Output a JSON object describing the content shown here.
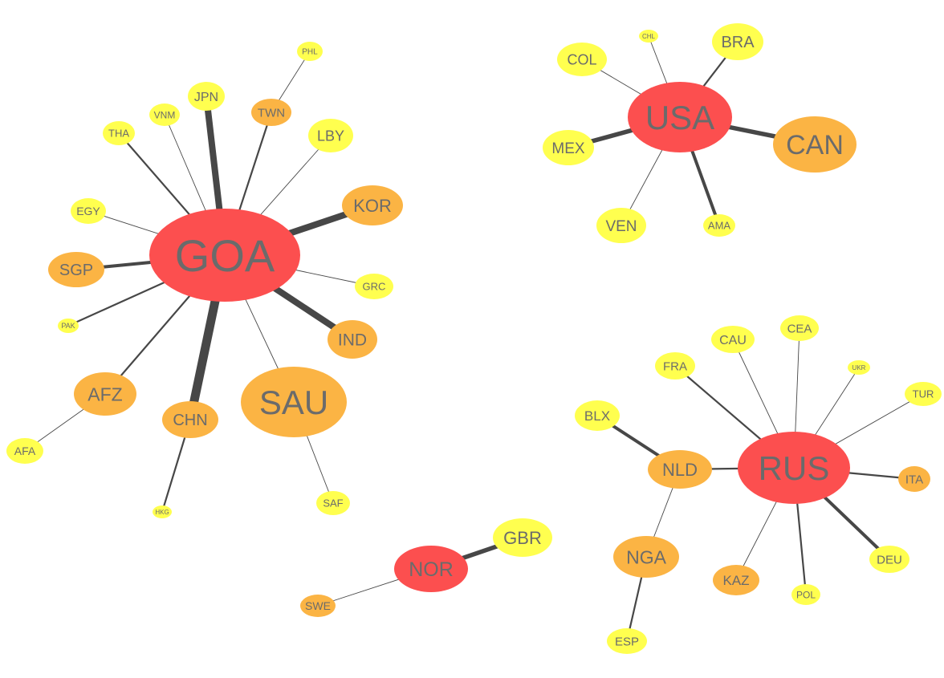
{
  "palette": {
    "hub": "#fc4f4f",
    "mid": "#fbb444",
    "leaf": "#ffff4f",
    "edge": "#474747",
    "label": "#6b6b6b"
  },
  "nodes": [
    {
      "id": "GOA",
      "label": "GOA",
      "tier": "hub"
    },
    {
      "id": "JPN",
      "label": "JPN",
      "tier": "leaf"
    },
    {
      "id": "VNM",
      "label": "VNM",
      "tier": "leaf"
    },
    {
      "id": "THA",
      "label": "THA",
      "tier": "leaf"
    },
    {
      "id": "PHL",
      "label": "PHL",
      "tier": "leaf"
    },
    {
      "id": "TWN",
      "label": "TWN",
      "tier": "mid"
    },
    {
      "id": "LBY",
      "label": "LBY",
      "tier": "leaf"
    },
    {
      "id": "EGY",
      "label": "EGY",
      "tier": "leaf"
    },
    {
      "id": "KOR",
      "label": "KOR",
      "tier": "mid"
    },
    {
      "id": "SGP",
      "label": "SGP",
      "tier": "mid"
    },
    {
      "id": "GRC",
      "label": "GRC",
      "tier": "leaf"
    },
    {
      "id": "PAK",
      "label": "PAK",
      "tier": "leaf"
    },
    {
      "id": "IND",
      "label": "IND",
      "tier": "mid"
    },
    {
      "id": "AFZ",
      "label": "AFZ",
      "tier": "mid"
    },
    {
      "id": "SAU",
      "label": "SAU",
      "tier": "mid"
    },
    {
      "id": "CHN",
      "label": "CHN",
      "tier": "mid"
    },
    {
      "id": "AFA",
      "label": "AFA",
      "tier": "leaf"
    },
    {
      "id": "HKG",
      "label": "HKG",
      "tier": "leaf"
    },
    {
      "id": "SAF",
      "label": "SAF",
      "tier": "leaf"
    },
    {
      "id": "USA",
      "label": "USA",
      "tier": "hub"
    },
    {
      "id": "COL",
      "label": "COL",
      "tier": "leaf"
    },
    {
      "id": "CHL",
      "label": "CHL",
      "tier": "leaf"
    },
    {
      "id": "BRA",
      "label": "BRA",
      "tier": "leaf"
    },
    {
      "id": "MEX",
      "label": "MEX",
      "tier": "leaf"
    },
    {
      "id": "CAN",
      "label": "CAN",
      "tier": "mid"
    },
    {
      "id": "VEN",
      "label": "VEN",
      "tier": "leaf"
    },
    {
      "id": "AMA",
      "label": "AMA",
      "tier": "leaf"
    },
    {
      "id": "RUS",
      "label": "RUS",
      "tier": "hub"
    },
    {
      "id": "CAU",
      "label": "CAU",
      "tier": "leaf"
    },
    {
      "id": "CEA",
      "label": "CEA",
      "tier": "leaf"
    },
    {
      "id": "FRA",
      "label": "FRA",
      "tier": "leaf"
    },
    {
      "id": "UKR",
      "label": "UKR",
      "tier": "leaf"
    },
    {
      "id": "TUR",
      "label": "TUR",
      "tier": "leaf"
    },
    {
      "id": "BLX",
      "label": "BLX",
      "tier": "leaf"
    },
    {
      "id": "NLD",
      "label": "NLD",
      "tier": "mid"
    },
    {
      "id": "ITA",
      "label": "ITA",
      "tier": "mid"
    },
    {
      "id": "NGA",
      "label": "NGA",
      "tier": "mid"
    },
    {
      "id": "KAZ",
      "label": "KAZ",
      "tier": "mid"
    },
    {
      "id": "POL",
      "label": "POL",
      "tier": "leaf"
    },
    {
      "id": "DEU",
      "label": "DEU",
      "tier": "leaf"
    },
    {
      "id": "ESP",
      "label": "ESP",
      "tier": "leaf"
    },
    {
      "id": "NOR",
      "label": "NOR",
      "tier": "hub"
    },
    {
      "id": "GBR",
      "label": "GBR",
      "tier": "leaf"
    },
    {
      "id": "SWE",
      "label": "SWE",
      "tier": "mid"
    }
  ],
  "edges": [
    {
      "source": "GOA",
      "target": "JPN",
      "weight": 5
    },
    {
      "source": "GOA",
      "target": "VNM",
      "weight": 1
    },
    {
      "source": "GOA",
      "target": "THA",
      "weight": 2
    },
    {
      "source": "GOA",
      "target": "TWN",
      "weight": 2
    },
    {
      "source": "GOA",
      "target": "LBY",
      "weight": 1
    },
    {
      "source": "GOA",
      "target": "EGY",
      "weight": 1
    },
    {
      "source": "GOA",
      "target": "KOR",
      "weight": 5
    },
    {
      "source": "GOA",
      "target": "SGP",
      "weight": 3
    },
    {
      "source": "GOA",
      "target": "GRC",
      "weight": 1
    },
    {
      "source": "GOA",
      "target": "PAK",
      "weight": 2
    },
    {
      "source": "GOA",
      "target": "IND",
      "weight": 5
    },
    {
      "source": "GOA",
      "target": "AFZ",
      "weight": 2
    },
    {
      "source": "GOA",
      "target": "SAU",
      "weight": 1
    },
    {
      "source": "GOA",
      "target": "CHN",
      "weight": 6
    },
    {
      "source": "TWN",
      "target": "PHL",
      "weight": 1
    },
    {
      "source": "AFZ",
      "target": "AFA",
      "weight": 1
    },
    {
      "source": "CHN",
      "target": "HKG",
      "weight": 2
    },
    {
      "source": "SAU",
      "target": "SAF",
      "weight": 1
    },
    {
      "source": "USA",
      "target": "COL",
      "weight": 1
    },
    {
      "source": "USA",
      "target": "CHL",
      "weight": 1
    },
    {
      "source": "USA",
      "target": "BRA",
      "weight": 2
    },
    {
      "source": "USA",
      "target": "MEX",
      "weight": 4
    },
    {
      "source": "USA",
      "target": "CAN",
      "weight": 4
    },
    {
      "source": "USA",
      "target": "VEN",
      "weight": 1
    },
    {
      "source": "USA",
      "target": "AMA",
      "weight": 3
    },
    {
      "source": "RUS",
      "target": "CAU",
      "weight": 1
    },
    {
      "source": "RUS",
      "target": "CEA",
      "weight": 1
    },
    {
      "source": "RUS",
      "target": "FRA",
      "weight": 2
    },
    {
      "source": "RUS",
      "target": "UKR",
      "weight": 1
    },
    {
      "source": "RUS",
      "target": "TUR",
      "weight": 1
    },
    {
      "source": "RUS",
      "target": "NLD",
      "weight": 2
    },
    {
      "source": "RUS",
      "target": "ITA",
      "weight": 2
    },
    {
      "source": "RUS",
      "target": "KAZ",
      "weight": 1
    },
    {
      "source": "RUS",
      "target": "POL",
      "weight": 2
    },
    {
      "source": "RUS",
      "target": "DEU",
      "weight": 3
    },
    {
      "source": "NLD",
      "target": "BLX",
      "weight": 3
    },
    {
      "source": "NLD",
      "target": "NGA",
      "weight": 1
    },
    {
      "source": "NGA",
      "target": "ESP",
      "weight": 2
    },
    {
      "source": "NOR",
      "target": "GBR",
      "weight": 4
    },
    {
      "source": "NOR",
      "target": "SWE",
      "weight": 1
    }
  ]
}
